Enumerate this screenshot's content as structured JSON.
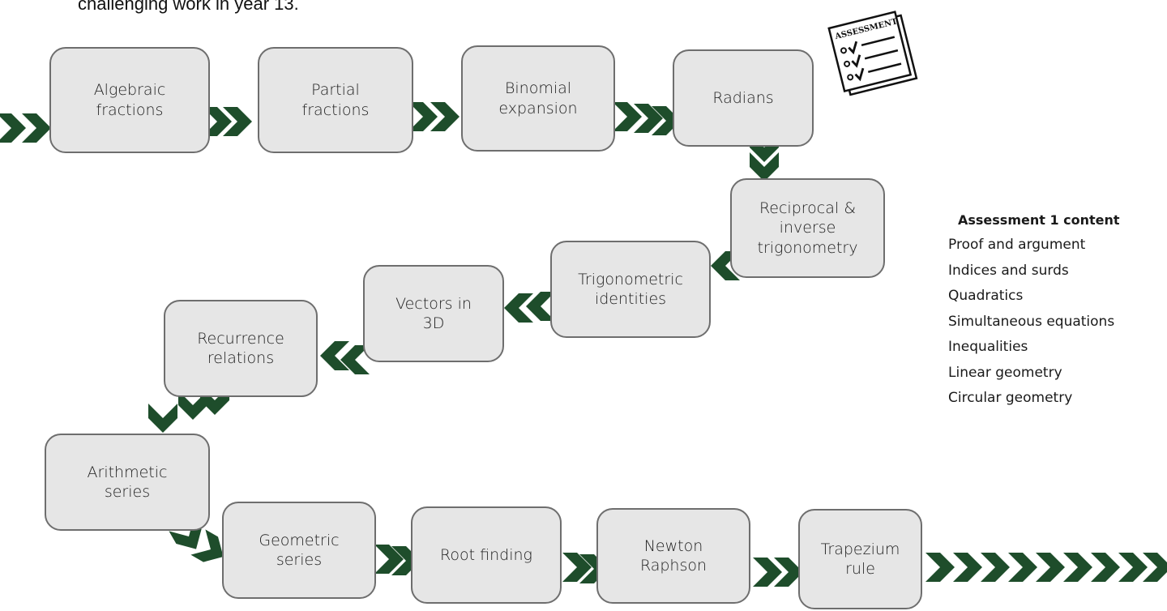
{
  "intro_text": "challenging work in year 13.",
  "topics": {
    "algebraic_fractions": "Algebraic\nfractions",
    "partial_fractions": "Partial\nfractions",
    "binomial_expansion": "Binomial\nexpansion",
    "radians": "Radians",
    "reciprocal_inverse_trig": "Reciprocal &\ninverse\ntrigonometry",
    "trig_identities": "Trigonometric\nidentities",
    "vectors_3d": "Vectors in\n3D",
    "recurrence_relations": "Recurrence\nrelations",
    "arithmetic_series": "Arithmetic\nseries",
    "geometric_series": "Geometric\nseries",
    "root_finding": "Root finding",
    "newton_raphson": "Newton\nRaphson",
    "trapezium_rule": "Trapezium\nrule"
  },
  "assessment_icon": {
    "label": "ASSESSMENT",
    "icon": "assessment-checklist-icon"
  },
  "assessment_content": {
    "title": "Assessment 1 content",
    "items": [
      "Proof and argument",
      "Indices and surds",
      "Quadratics",
      "Simultaneous equations",
      "Inequalities",
      "Linear geometry",
      "Circular geometry"
    ]
  },
  "colors": {
    "chevron": "#1e4d2b",
    "box_fill": "#e6e6e6",
    "box_border": "#6e6e6e"
  }
}
